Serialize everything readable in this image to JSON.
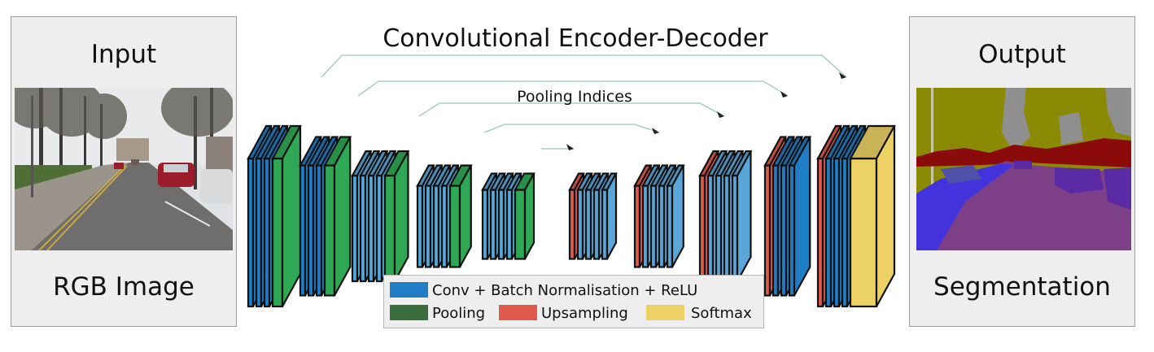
{
  "title": "Convolutional Encoder-Decoder",
  "pooling_label": "Pooling Indices",
  "input_panel": {
    "top_label": "Input",
    "bottom_label": "RGB Image"
  },
  "output_panel": {
    "top_label": "Output",
    "bottom_label": "Segmentation"
  },
  "legend": {
    "conv_label": "Conv + Batch Normalisation + ReLU",
    "pool_label": "Pooling",
    "up_label": "Upsampling",
    "softmax_label": "Softmax"
  },
  "colors": {
    "conv": "#1f7ec6",
    "conv_light": "#5aa6d8",
    "pool": "#2fa855",
    "pool_legend": "#3a6e3c",
    "up": "#e05a4e",
    "softmax": "#ecd265",
    "connector": "#a8cfc6",
    "seg_sky": "#8f8f8f",
    "seg_building": "#8a8a05",
    "seg_car": "#8b0a0a",
    "seg_road": "#7d3f86",
    "seg_pavement": "#4333dd",
    "seg_tree": "#8c8c10",
    "seg_pole": "#c8c8a0"
  },
  "encoder": [
    {
      "layers": [
        "conv",
        "conv",
        "conv",
        "pool"
      ],
      "shade": "dark"
    },
    {
      "layers": [
        "conv",
        "conv",
        "conv",
        "pool"
      ],
      "shade": "dark"
    },
    {
      "layers": [
        "conv",
        "conv",
        "conv",
        "conv",
        "pool"
      ],
      "shade": "light"
    },
    {
      "layers": [
        "conv",
        "conv",
        "conv",
        "conv",
        "pool"
      ],
      "shade": "light"
    },
    {
      "layers": [
        "conv",
        "conv",
        "conv",
        "conv",
        "pool"
      ],
      "shade": "light"
    }
  ],
  "decoder": [
    {
      "layers": [
        "up",
        "conv",
        "conv",
        "conv",
        "conv"
      ],
      "shade": "light"
    },
    {
      "layers": [
        "up",
        "conv",
        "conv",
        "conv",
        "conv"
      ],
      "shade": "light"
    },
    {
      "layers": [
        "up",
        "conv",
        "conv",
        "conv",
        "conv"
      ],
      "shade": "light"
    },
    {
      "layers": [
        "up",
        "conv",
        "conv",
        "conv"
      ],
      "shade": "dark"
    },
    {
      "layers": [
        "up",
        "conv",
        "conv",
        "conv",
        "softmax"
      ],
      "shade": "dark"
    }
  ]
}
